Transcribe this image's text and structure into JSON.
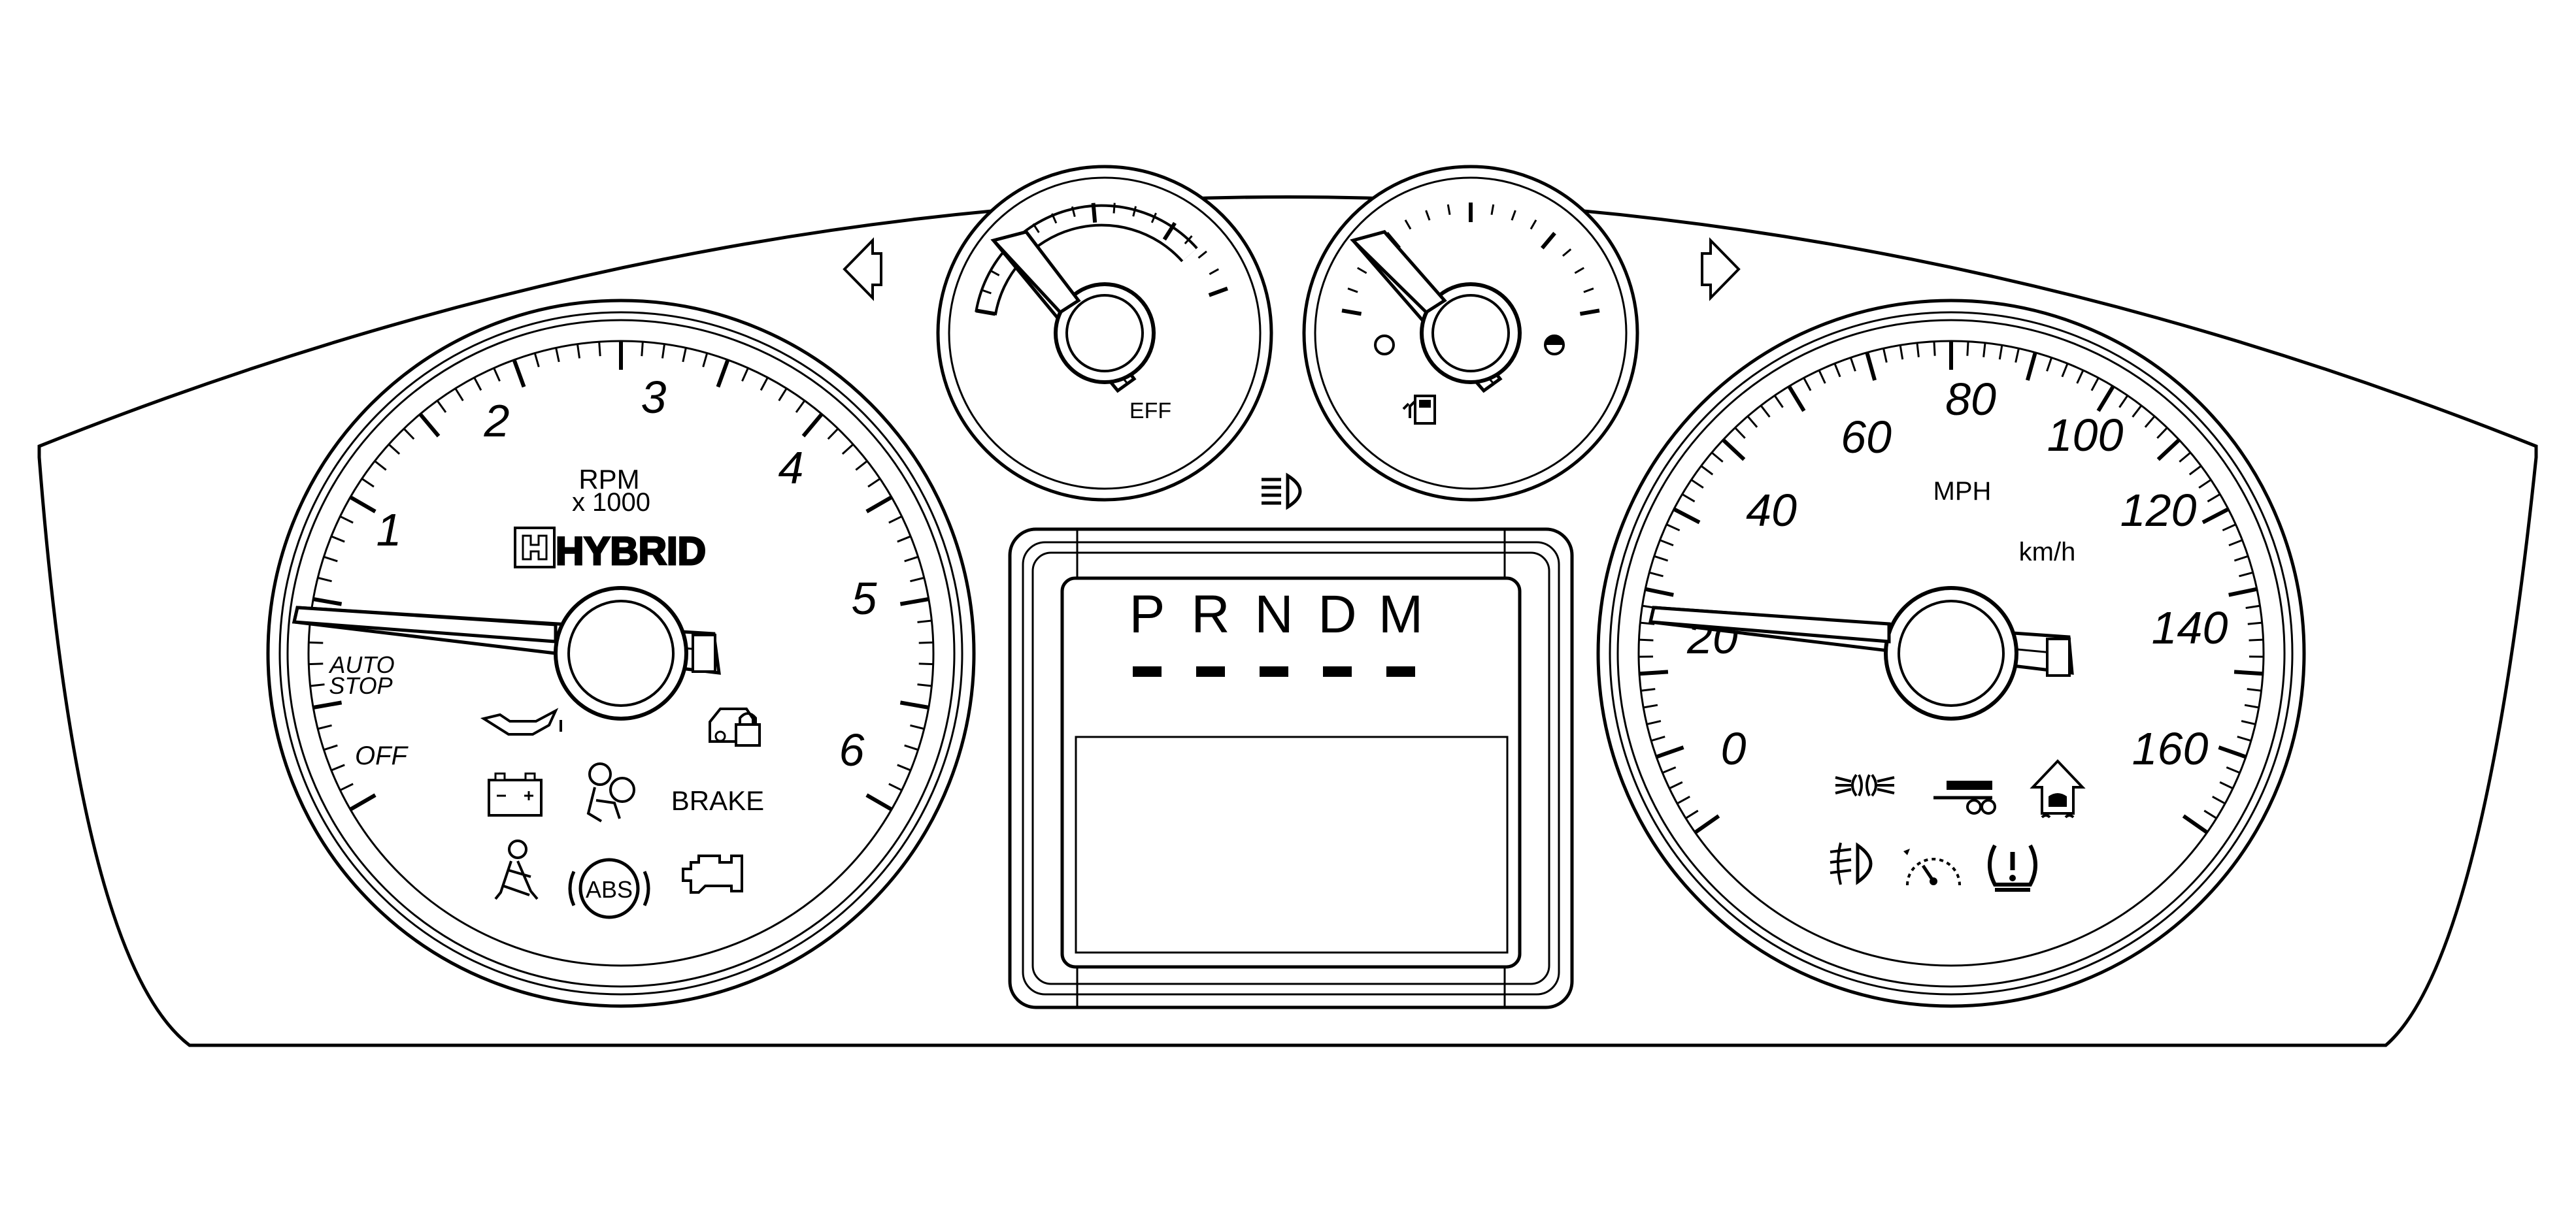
{
  "tachometer": {
    "numbers": [
      "1",
      "2",
      "3",
      "4",
      "5",
      "6"
    ],
    "unit_line1": "RPM",
    "unit_line2": "x 1000",
    "brand": "HYBRID",
    "auto_stop": [
      "AUTO",
      "STOP"
    ],
    "off": "OFF",
    "brake": "BRAKE",
    "abs": "ABS"
  },
  "eff_gauge": {
    "label": "EFF"
  },
  "speedometer": {
    "mph_numbers": [
      "0",
      "20",
      "40",
      "60",
      "80",
      "100"
    ],
    "kmh_numbers": [
      "60",
      "100",
      "120",
      "140",
      "160"
    ],
    "unit_mph": "MPH",
    "unit_kmh": "km/h"
  },
  "prndm": [
    "P",
    "R",
    "N",
    "D",
    "M"
  ],
  "icons": {
    "left_turn": "left-turn-arrow-icon",
    "right_turn": "right-turn-arrow-icon",
    "headlamp": "headlamp-high-beam-icon",
    "oil": "oil-pressure-icon",
    "security": "security-lock-icon",
    "battery": "battery-icon",
    "airbag": "airbag-icon",
    "seatbelt": "seatbelt-icon",
    "engine": "check-engine-icon",
    "fuel": "fuel-pump-icon",
    "fog": "fog-lamp-icon",
    "trailer": "trailer-icon",
    "stability": "stability-control-icon",
    "front_fog": "front-fog-lamp-icon",
    "cruise": "cruise-control-icon",
    "tpms": "tire-pressure-icon"
  }
}
